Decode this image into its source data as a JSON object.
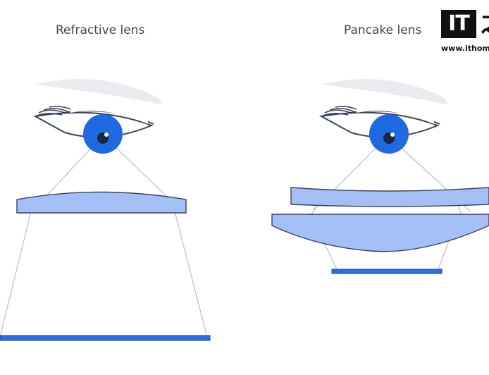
{
  "labels": {
    "left": "Refractive lens",
    "right": "Pancake lens"
  },
  "watermark": {
    "logo": "IT",
    "glyph": "之",
    "url": "www.ithom"
  },
  "colors": {
    "lens_fill": "#a4bff5",
    "lens_stroke": "#3b4456",
    "display_fill": "#2f6fd8",
    "iris": "#1f6ae0",
    "ray": "#b8bec8",
    "brow": "#e9ebee",
    "text": "#3d4450"
  }
}
